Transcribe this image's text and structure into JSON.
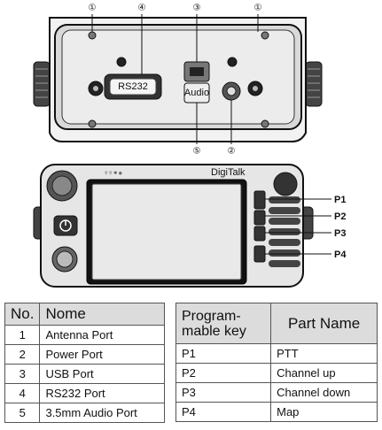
{
  "diagram": {
    "callouts": [
      "①",
      "④",
      "③",
      "①",
      "⑤",
      "②"
    ],
    "p_labels": [
      "P1",
      "P2",
      "P3",
      "P4"
    ],
    "rs232_text": "RS232",
    "audio_text": "Audio",
    "brand_text": "DigiTalk"
  },
  "ports_table": {
    "header_no": "No.",
    "header_name": "Nome",
    "rows": [
      {
        "no": "1",
        "name": "Antenna Port"
      },
      {
        "no": "2",
        "name": "Power Port"
      },
      {
        "no": "3",
        "name": "USB Port"
      },
      {
        "no": "4",
        "name": "RS232 Port"
      },
      {
        "no": "5",
        "name": "3.5mm Audio Port"
      }
    ]
  },
  "keys_table": {
    "header_key_line1": "Program-",
    "header_key_line2": "mable key",
    "header_part": "Part Name",
    "rows": [
      {
        "key": "P1",
        "part": "PTT"
      },
      {
        "key": "P2",
        "part": "Channel up"
      },
      {
        "key": "P3",
        "part": "Channel down"
      },
      {
        "key": "P4",
        "part": "Map"
      }
    ]
  }
}
